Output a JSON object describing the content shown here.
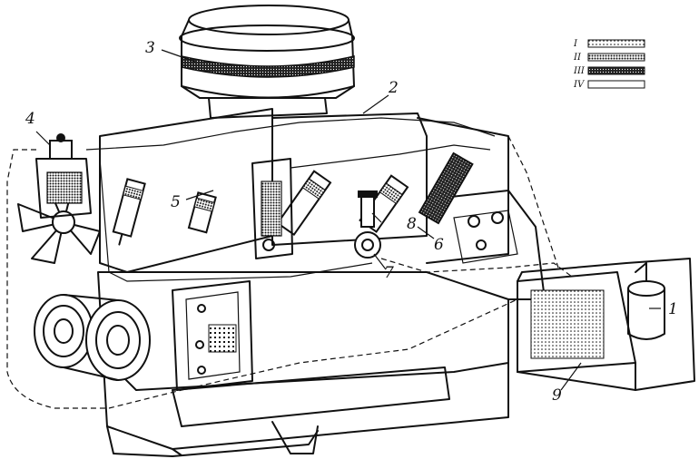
{
  "callouts": [
    {
      "id": "callout-1",
      "text": "1"
    },
    {
      "id": "callout-2",
      "text": "2"
    },
    {
      "id": "callout-3",
      "text": "3"
    },
    {
      "id": "callout-4",
      "text": "4"
    },
    {
      "id": "callout-5",
      "text": "5"
    },
    {
      "id": "callout-6",
      "text": "6"
    },
    {
      "id": "callout-7",
      "text": "7"
    },
    {
      "id": "callout-8",
      "text": "8"
    },
    {
      "id": "callout-9",
      "text": "9"
    }
  ],
  "legend": [
    {
      "label": "I",
      "pattern": "dotted"
    },
    {
      "label": "II",
      "pattern": "dense-dotted"
    },
    {
      "label": "III",
      "pattern": "dark-hatched"
    },
    {
      "label": "IV",
      "pattern": "blank"
    }
  ]
}
